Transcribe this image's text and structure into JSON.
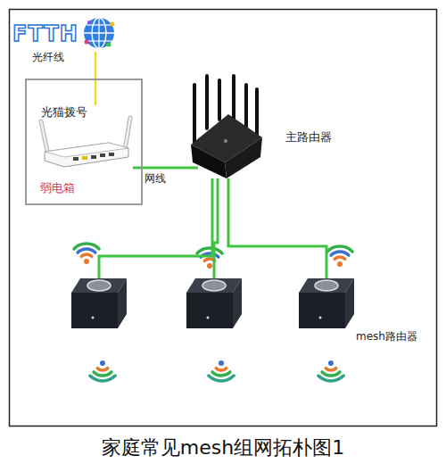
{
  "diagram": {
    "caption": "家庭常见mesh组网拓朴图1",
    "nodes": [
      {
        "text": [
          "FTTH"
        ]
      },
      {
        "text": [
          "弱电箱"
        ]
      },
      {
        "text": [
          "光猫拨号"
        ],
        "in": 1
      },
      {
        "text": [
          "主路由器"
        ]
      },
      {
        "text": []
      },
      {
        "text": []
      },
      {
        "text": [
          "mesh路由器"
        ]
      }
    ],
    "edges": [
      {
        "from": 0,
        "to": 2,
        "arrow": "none",
        "label": "光纤线"
      },
      {
        "from": 2,
        "to": 3,
        "arrow": "none",
        "label": "网线"
      },
      {
        "from": 3,
        "to": 4,
        "arrow": "none"
      },
      {
        "from": 3,
        "to": 5,
        "arrow": "none"
      },
      {
        "from": 3,
        "to": 6,
        "arrow": "none"
      }
    ]
  }
}
